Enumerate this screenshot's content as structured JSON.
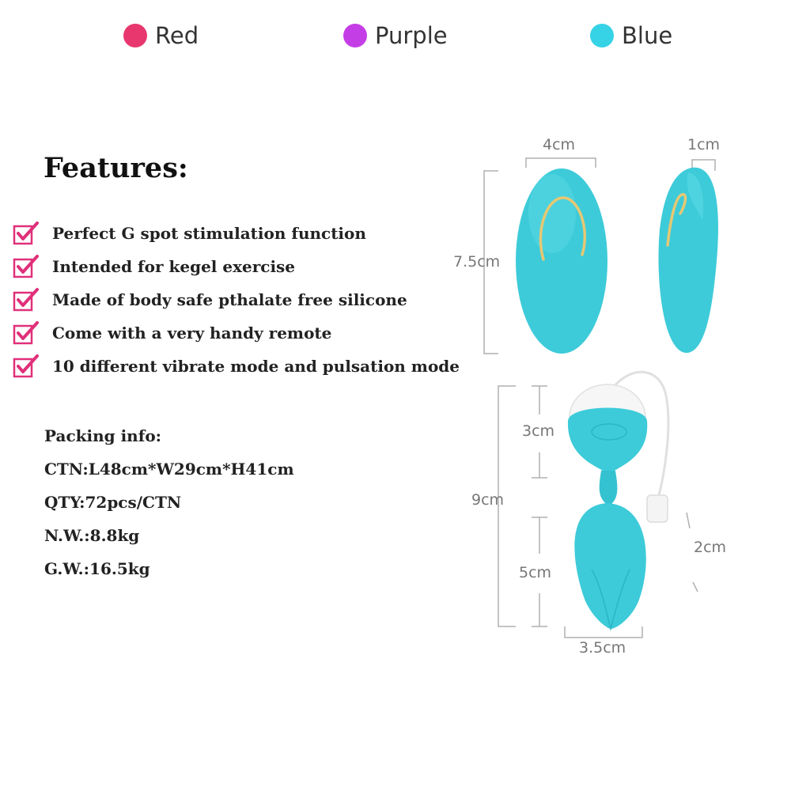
{
  "colors": [
    {
      "label": "Red",
      "hex": "#e8376e"
    },
    {
      "label": "Purple",
      "hex": "#c43ee6"
    },
    {
      "label": "Blue",
      "hex": "#36d2e6"
    }
  ],
  "features": {
    "title": "Features:",
    "items": [
      "Perfect G spot stimulation function",
      "Intended for kegel exercise",
      "Made of  body safe pthalate free silicone",
      "Come with a very handy remote",
      "10 different vibrate mode and pulsation mode"
    ],
    "check_color": "#e0307a"
  },
  "packing": {
    "title": "Packing info:",
    "ctn": "CTN:L48cm*W29cm*H41cm",
    "qty": "QTY:72pcs/CTN",
    "nw": "N.W.:8.8kg",
    "gw": "G.W.:16.5kg"
  },
  "dimensions": {
    "remote_width": "4cm",
    "remote_depth": "1cm",
    "remote_height": "7.5cm",
    "ball_top": "3cm",
    "ball_total": "9cm",
    "ball_bottom": "5cm",
    "ball_tail": "2cm",
    "ball_width": "3.5cm"
  },
  "product_color": "#3dcbd9",
  "icons": [
    "checkbox-check-icon"
  ]
}
